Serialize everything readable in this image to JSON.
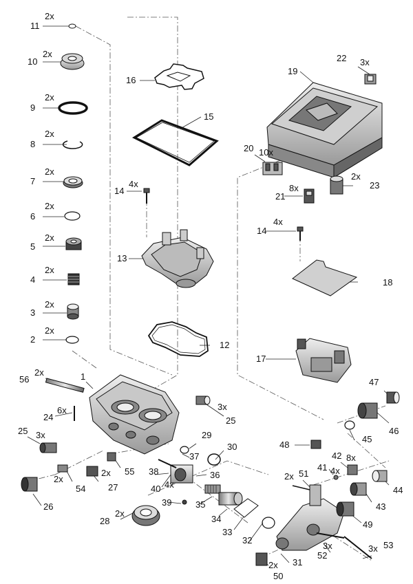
{
  "diagram": {
    "callouts": [
      {
        "num": "11",
        "qty": "2x"
      },
      {
        "num": "10",
        "qty": "2x"
      },
      {
        "num": "9",
        "qty": "2x"
      },
      {
        "num": "8",
        "qty": "2x"
      },
      {
        "num": "7",
        "qty": "2x"
      },
      {
        "num": "6",
        "qty": "2x"
      },
      {
        "num": "5",
        "qty": "2x"
      },
      {
        "num": "4",
        "qty": "2x"
      },
      {
        "num": "3",
        "qty": "2x"
      },
      {
        "num": "2",
        "qty": "2x"
      },
      {
        "num": "16",
        "qty": ""
      },
      {
        "num": "15",
        "qty": ""
      },
      {
        "num": "14",
        "qty": "4x"
      },
      {
        "num": "13",
        "qty": ""
      },
      {
        "num": "12",
        "qty": ""
      },
      {
        "num": "19",
        "qty": ""
      },
      {
        "num": "22",
        "qty": "3x"
      },
      {
        "num": "20",
        "qty": "10x"
      },
      {
        "num": "21",
        "qty": "8x"
      },
      {
        "num": "23",
        "qty": "2x"
      },
      {
        "num": "14",
        "qty": "4x"
      },
      {
        "num": "18",
        "qty": ""
      },
      {
        "num": "17",
        "qty": ""
      },
      {
        "num": "56",
        "qty": "2x"
      },
      {
        "num": "1",
        "qty": ""
      },
      {
        "num": "24",
        "qty": "6x"
      },
      {
        "num": "25",
        "qty": "3x"
      },
      {
        "num": "25",
        "qty": "3x"
      },
      {
        "num": "26",
        "qty": ""
      },
      {
        "num": "54",
        "qty": "2x"
      },
      {
        "num": "27",
        "qty": "2x"
      },
      {
        "num": "55",
        "qty": ""
      },
      {
        "num": "28",
        "qty": "2x"
      },
      {
        "num": "29",
        "qty": ""
      },
      {
        "num": "37",
        "qty": ""
      },
      {
        "num": "30",
        "qty": ""
      },
      {
        "num": "38",
        "qty": ""
      },
      {
        "num": "36",
        "qty": ""
      },
      {
        "num": "40",
        "qty": "4x"
      },
      {
        "num": "39",
        "qty": ""
      },
      {
        "num": "35",
        "qty": ""
      },
      {
        "num": "34",
        "qty": ""
      },
      {
        "num": "33",
        "qty": ""
      },
      {
        "num": "32",
        "qty": ""
      },
      {
        "num": "31",
        "qty": ""
      },
      {
        "num": "50",
        "qty": "2x"
      },
      {
        "num": "52",
        "qty": "3x"
      },
      {
        "num": "53",
        "qty": "3x"
      },
      {
        "num": "47",
        "qty": ""
      },
      {
        "num": "46",
        "qty": ""
      },
      {
        "num": "45",
        "qty": ""
      },
      {
        "num": "48",
        "qty": ""
      },
      {
        "num": "51",
        "qty": "2x"
      },
      {
        "num": "41",
        "qty": "4x"
      },
      {
        "num": "42",
        "qty": "8x"
      },
      {
        "num": "44",
        "qty": ""
      },
      {
        "num": "43",
        "qty": ""
      },
      {
        "num": "49",
        "qty": ""
      }
    ]
  }
}
